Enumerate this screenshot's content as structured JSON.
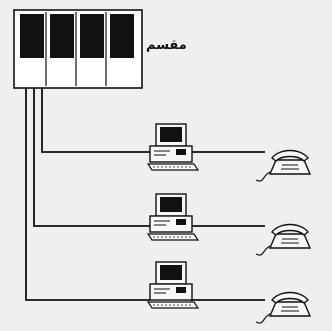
{
  "diagram": {
    "switch_label": "مقسم",
    "colors": {
      "background": "#efefed",
      "line": "#111111",
      "cabinet": "#ffffff",
      "panel": "#101010",
      "device": "#f7f7f5"
    },
    "nodes": {
      "switch": {
        "name": "exchange-switch",
        "modules": 4,
        "icon": "switchboard-cabinet"
      },
      "computers": {
        "count": 3,
        "icon": "desktop-computer"
      },
      "phones": {
        "count": 3,
        "icon": "desk-telephone"
      }
    }
  }
}
